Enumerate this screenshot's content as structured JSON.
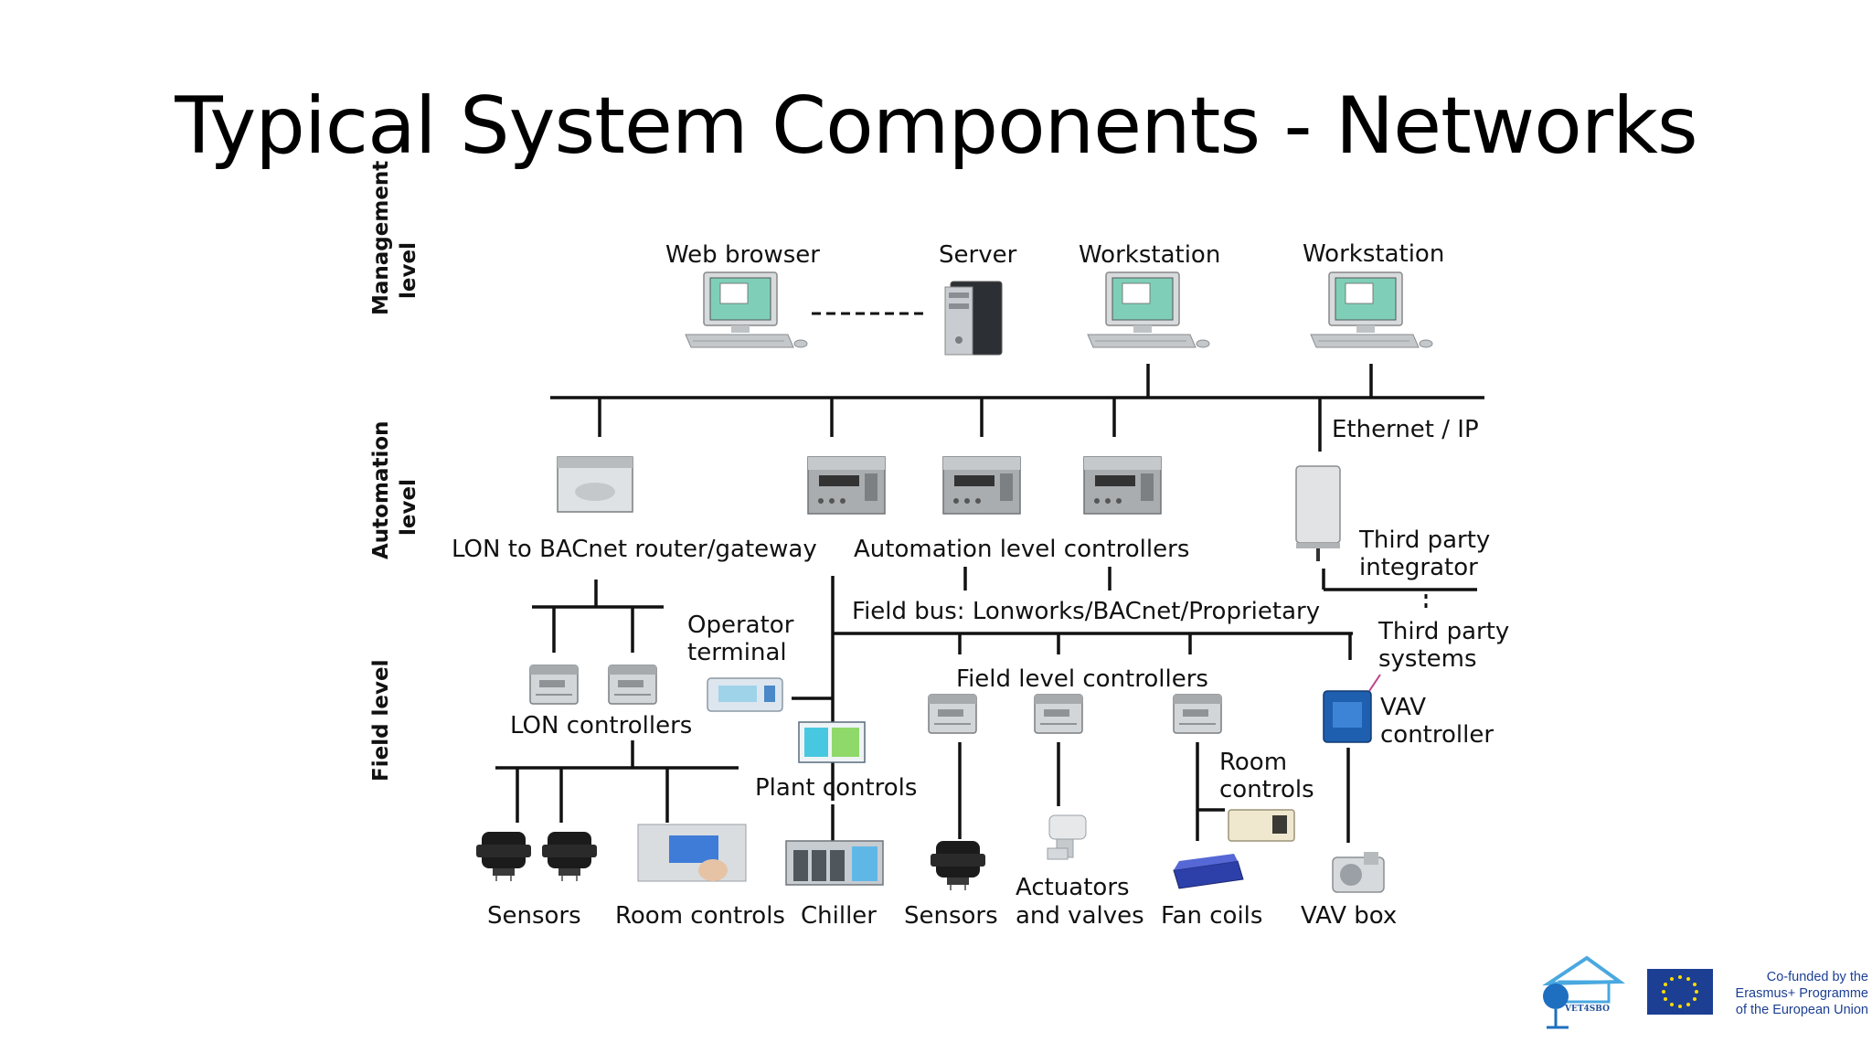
{
  "slide": {
    "title": "Typical System Components - Networks"
  },
  "levels": {
    "management": [
      "Management",
      "level"
    ],
    "automation": [
      "Automation",
      "level"
    ],
    "field": "Field level"
  },
  "labels": {
    "web_browser": "Web browser",
    "server": "Server",
    "workstation_1": "Workstation",
    "workstation_2": "Workstation",
    "ethernet": "Ethernet / IP",
    "lon_router": "LON to BACnet router/gateway",
    "automation_controllers": "Automation level controllers",
    "third_party_integrator": [
      "Third party",
      "integrator"
    ],
    "field_bus": "Field bus: Lonworks/BACnet/Proprietary",
    "operator_terminal": [
      "Operator",
      "terminal"
    ],
    "third_party_systems": [
      "Third party",
      "systems"
    ],
    "lon_controllers": "LON controllers",
    "field_level_controllers": "Field level controllers",
    "vav_controller": [
      "VAV",
      "controller"
    ],
    "plant_controls": "Plant controls",
    "room_controls_mid": [
      "Room",
      "controls"
    ],
    "sensors_1": "Sensors",
    "room_controls": "Room controls",
    "chiller": "Chiller",
    "sensors_2": "Sensors",
    "actuators": [
      "Actuators",
      "and valves"
    ],
    "fan_coils": "Fan coils",
    "vav_box": "VAV box"
  },
  "footer": {
    "project_logo": "VET4SBO",
    "eu_text": [
      "Co-funded by the",
      "Erasmus+ Programme",
      "of the European Union"
    ]
  },
  "colors": {
    "eu_blue": "#1c3f94",
    "eu_star": "#ffdd00",
    "screen": "#7fcfb8"
  }
}
